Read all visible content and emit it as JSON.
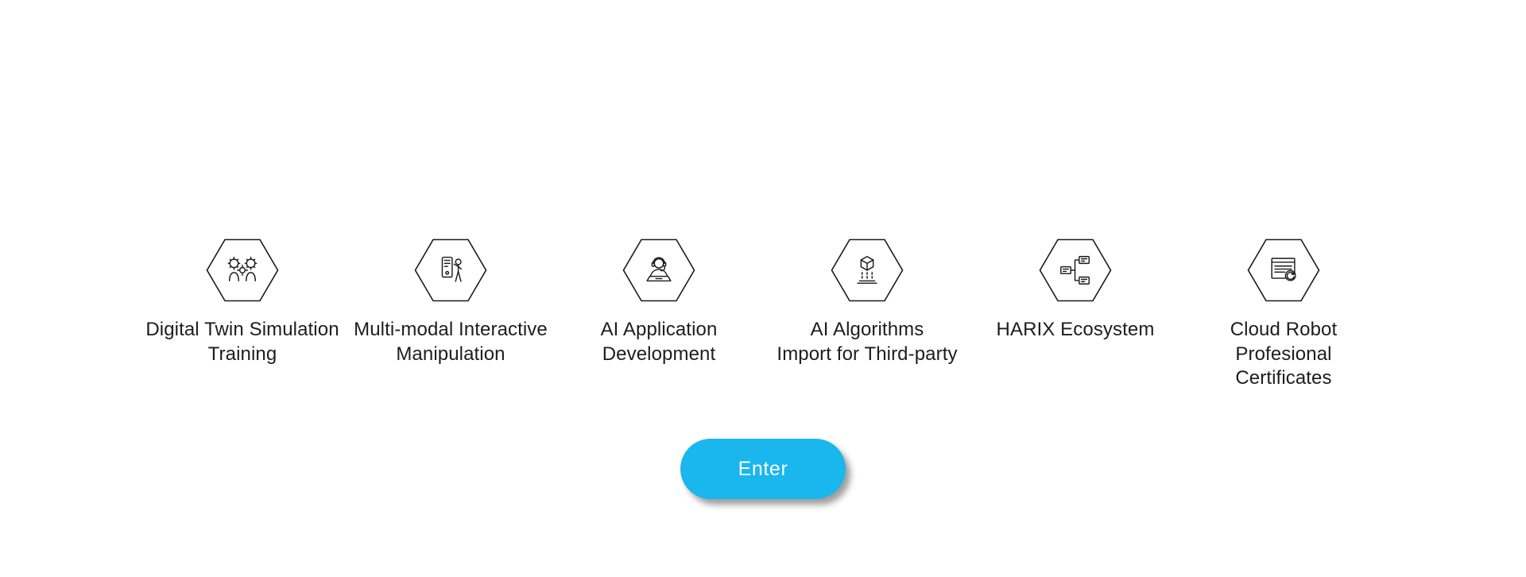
{
  "features": {
    "items": [
      {
        "id": "digital-twin-simulation-training",
        "line1": "Digital Twin Simulation",
        "line2": "Training",
        "icon": "digital-twin-gears-people-icon"
      },
      {
        "id": "multi-modal-interactive-manipulation",
        "line1": "Multi-modal Interactive",
        "line2": "Manipulation",
        "icon": "tablet-person-icon"
      },
      {
        "id": "ai-application-development",
        "line1": "AI Application",
        "line2": "Development",
        "icon": "developer-headset-laptop-icon"
      },
      {
        "id": "ai-algorithms-import-for-third-party",
        "line1": "AI Algorithms",
        "line2": "Import for Third-party",
        "icon": "cube-import-icon"
      },
      {
        "id": "harix-ecosystem",
        "line1": "HARIX Ecosystem",
        "line2": "",
        "icon": "flowchart-network-icon"
      },
      {
        "id": "cloud-robot-profesional-certificates",
        "line1": "Cloud Robot Profesional",
        "line2": "Certificates",
        "icon": "certificate-document-icon"
      }
    ]
  },
  "enter_button": {
    "label": "Enter"
  },
  "colors": {
    "background": "#ffffff",
    "accent": "#1ab6ee",
    "hexagon_stroke": "#1a1a1a",
    "label_text": "#1d1d1f",
    "button_text": "#ffffff"
  }
}
